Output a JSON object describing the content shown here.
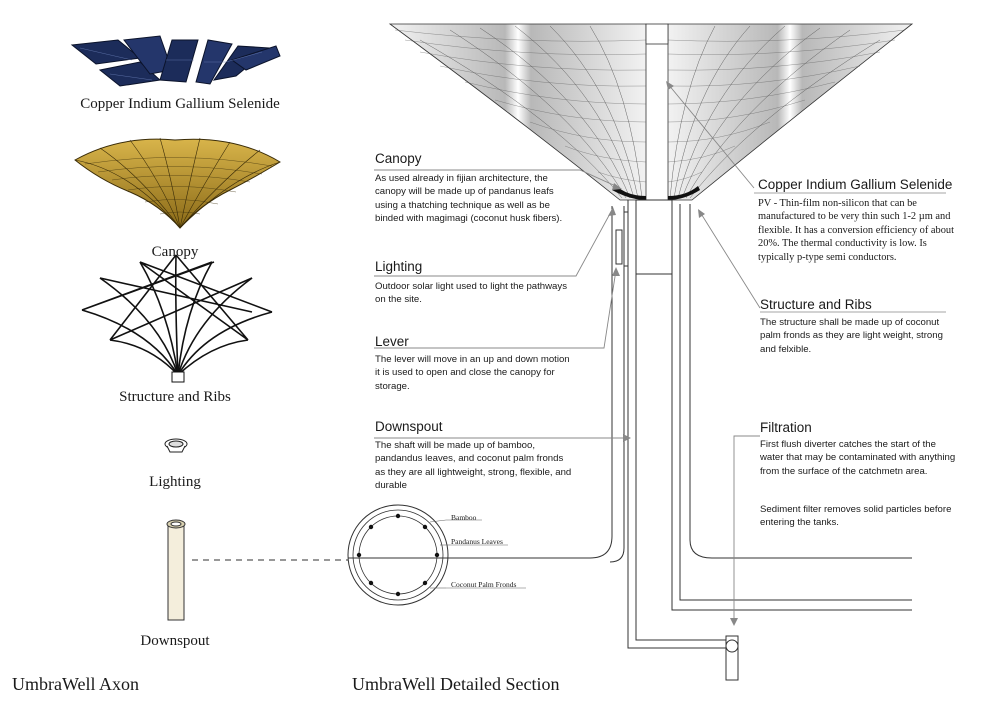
{
  "axon": {
    "items": [
      {
        "label": "Copper Indium Gallium Selenide"
      },
      {
        "label": "Canopy"
      },
      {
        "label": "Structure and Ribs"
      },
      {
        "label": "Lighting"
      },
      {
        "label": "Downspout"
      }
    ],
    "title": "UmbraWell Axon"
  },
  "section": {
    "title": "UmbraWell Detailed Section",
    "callouts": {
      "canopy": {
        "heading": "Canopy",
        "body": "As used already in fijian architecture, the canopy will be made up of pandanus leafs using a thatching technique as well as be binded with magimagi (coconut husk fibers)."
      },
      "lighting": {
        "heading": "Lighting",
        "body": "Outdoor solar light used to light the pathways on the site."
      },
      "lever": {
        "heading": "Lever",
        "body": "The lever will move in an up and down motion it is used to open and close the canopy for storage."
      },
      "downspout": {
        "heading": "Downspout",
        "body": "The shaft will be made up of bamboo, pandandus leaves, and coconut palm fronds as they are all lightweight, strong, flexible, and durable"
      },
      "cigs": {
        "heading": "Copper Indium Gallium Selenide",
        "body": "PV - Thin-film non-silicon that can be manufactured to be very thin such 1-2 µm and flexible. It has a conversion efficiency of about 20%. The thermal conductivity is low. Is typically p-type semi conductors."
      },
      "structure": {
        "heading": "Structure and Ribs",
        "body": "The structure shall be made up of coconut palm fronds as they are light weight, strong and felxible."
      },
      "filtration": {
        "heading": "Filtration",
        "body1": "First flush diverter catches the start of the water that may be contaminated with anything from the surface of the catchmetn area.",
        "body2": "Sediment filter removes solid particles before entering the tanks."
      }
    },
    "ring_labels": {
      "bamboo": "Bamboo",
      "pandanus": "Pandanus Leaves",
      "coconut": "Coconut Palm Fronds"
    }
  },
  "colors": {
    "panel": "#1c2c5a",
    "canopy": "#c9a23a",
    "line": "#222222",
    "leader": "#888888"
  }
}
